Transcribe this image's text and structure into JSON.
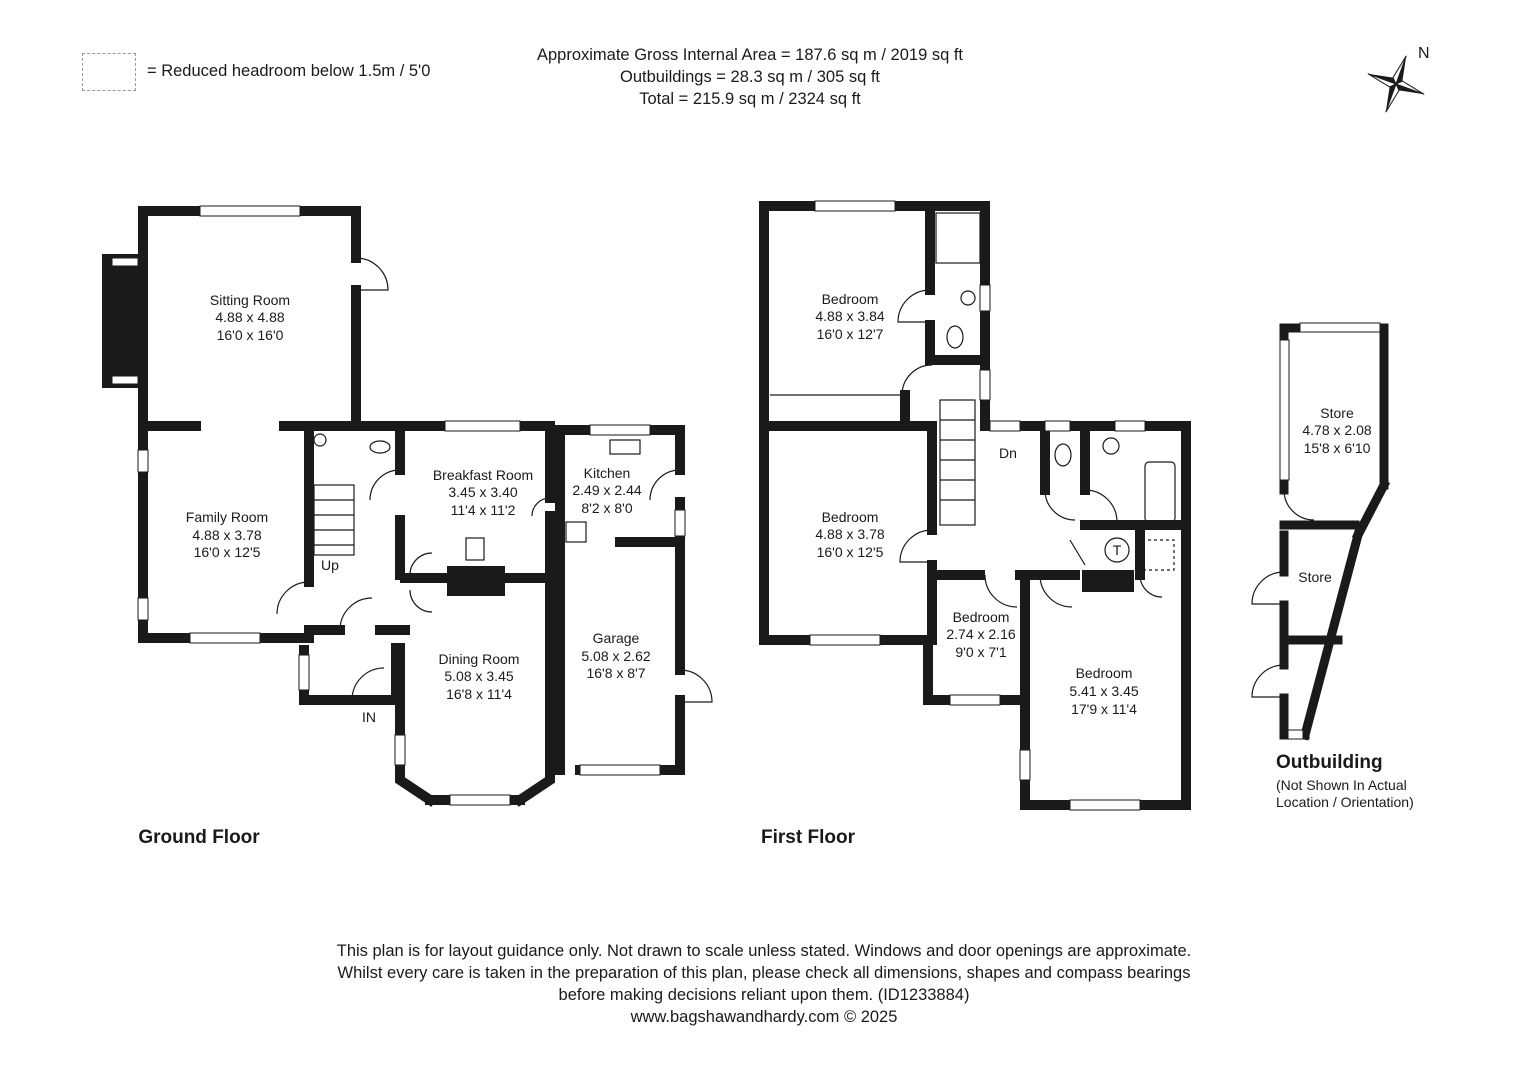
{
  "legend": {
    "text": "= Reduced headroom below 1.5m / 5'0"
  },
  "header": {
    "line1": "Approximate Gross Internal Area = 187.6 sq m / 2019 sq ft",
    "line2": "Outbuildings = 28.3 sq m / 305 sq ft",
    "line3": "Total = 215.9 sq m / 2324 sq ft"
  },
  "compass": {
    "label": "N"
  },
  "ground_floor": {
    "title": "Ground Floor",
    "up_label": "Up",
    "in_label": "IN",
    "rooms": [
      {
        "name": "Sitting Room",
        "metric": "4.88 x 4.88",
        "imperial": "16'0 x 16'0"
      },
      {
        "name": "Family Room",
        "metric": "4.88 x 3.78",
        "imperial": "16'0 x 12'5"
      },
      {
        "name": "Breakfast Room",
        "metric": "3.45 x 3.40",
        "imperial": "11'4 x 11'2"
      },
      {
        "name": "Kitchen",
        "metric": "2.49 x 2.44",
        "imperial": "8'2 x 8'0"
      },
      {
        "name": "Dining Room",
        "metric": "5.08 x 3.45",
        "imperial": "16'8 x 11'4"
      },
      {
        "name": "Garage",
        "metric": "5.08 x 2.62",
        "imperial": "16'8 x 8'7"
      }
    ]
  },
  "first_floor": {
    "title": "First Floor",
    "dn_label": "Dn",
    "tank_label": "T",
    "rooms": [
      {
        "name": "Bedroom",
        "metric": "4.88 x 3.84",
        "imperial": "16'0 x 12'7"
      },
      {
        "name": "Bedroom",
        "metric": "4.88 x 3.78",
        "imperial": "16'0 x 12'5"
      },
      {
        "name": "Bedroom",
        "metric": "2.74 x 2.16",
        "imperial": "9'0 x 7'1"
      },
      {
        "name": "Bedroom",
        "metric": "5.41 x 3.45",
        "imperial": "17'9 x 11'4"
      }
    ]
  },
  "outbuilding": {
    "title": "Outbuilding",
    "note_line1": "(Not Shown In Actual",
    "note_line2": "Location / Orientation)",
    "rooms": [
      {
        "name": "Store",
        "metric": "4.78 x 2.08",
        "imperial": "15'8 x 6'10"
      },
      {
        "name": "Store"
      }
    ]
  },
  "footer": {
    "line1": "This plan is for layout guidance only. Not drawn to scale unless stated. Windows and door openings are approximate.",
    "line2": "Whilst every care is taken in the preparation of this plan, please check all dimensions, shapes and compass bearings",
    "line3": "before making decisions reliant upon them. (ID1233884)",
    "line4": "www.bagshawandhardy.com © 2025"
  },
  "colors": {
    "wall": "#1a1a1a",
    "legend_dash": "#9a9a9a",
    "window": "#ffffff"
  }
}
